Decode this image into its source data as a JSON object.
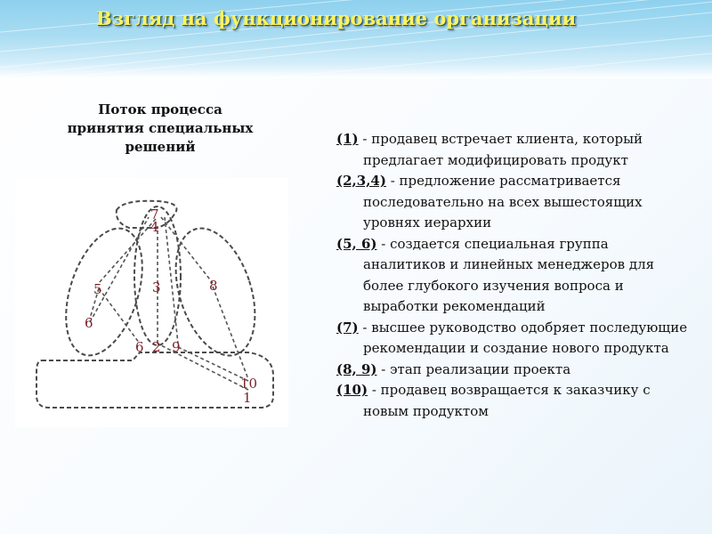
{
  "header": {
    "title": "Взгляд на функционирование организации"
  },
  "diagram": {
    "caption": [
      "Поток процесса",
      "принятия специальных",
      "решений"
    ],
    "node_labels": {
      "n1": "1",
      "n2": "2",
      "n3": "3",
      "n4": "4",
      "n5": "5",
      "n6a": "6",
      "n6b": "6",
      "n7": "7",
      "n8": "8",
      "n9": "9",
      "n10": "10"
    }
  },
  "legend": [
    {
      "code": "(1)",
      "text": " - продавец встречает клиента, который предлагает модифицировать продукт"
    },
    {
      "code": "(2,3,4)",
      "text": " - предложение рассматривается последовательно на всех вышестоящих уровнях иерархии"
    },
    {
      "code": "(5, 6)",
      "text": " - создается специальная группа аналитиков и линейных менеджеров для более глубокого изучения вопроса и выработки рекомендаций"
    },
    {
      "code": "(7)",
      "text": " - высшее руководство одобряет последующие рекомендации и создание нового продукта"
    },
    {
      "code": "(8, 9)",
      "text": " - этап реализации проекта"
    },
    {
      "code": "(10)",
      "text": " - продавец возвращается к заказчику с новым продуктом"
    }
  ],
  "colors": {
    "title": "#fff35c",
    "header": "#8ed1ee",
    "node_label": "#7a1f28",
    "outline": "#4a4a4a"
  }
}
